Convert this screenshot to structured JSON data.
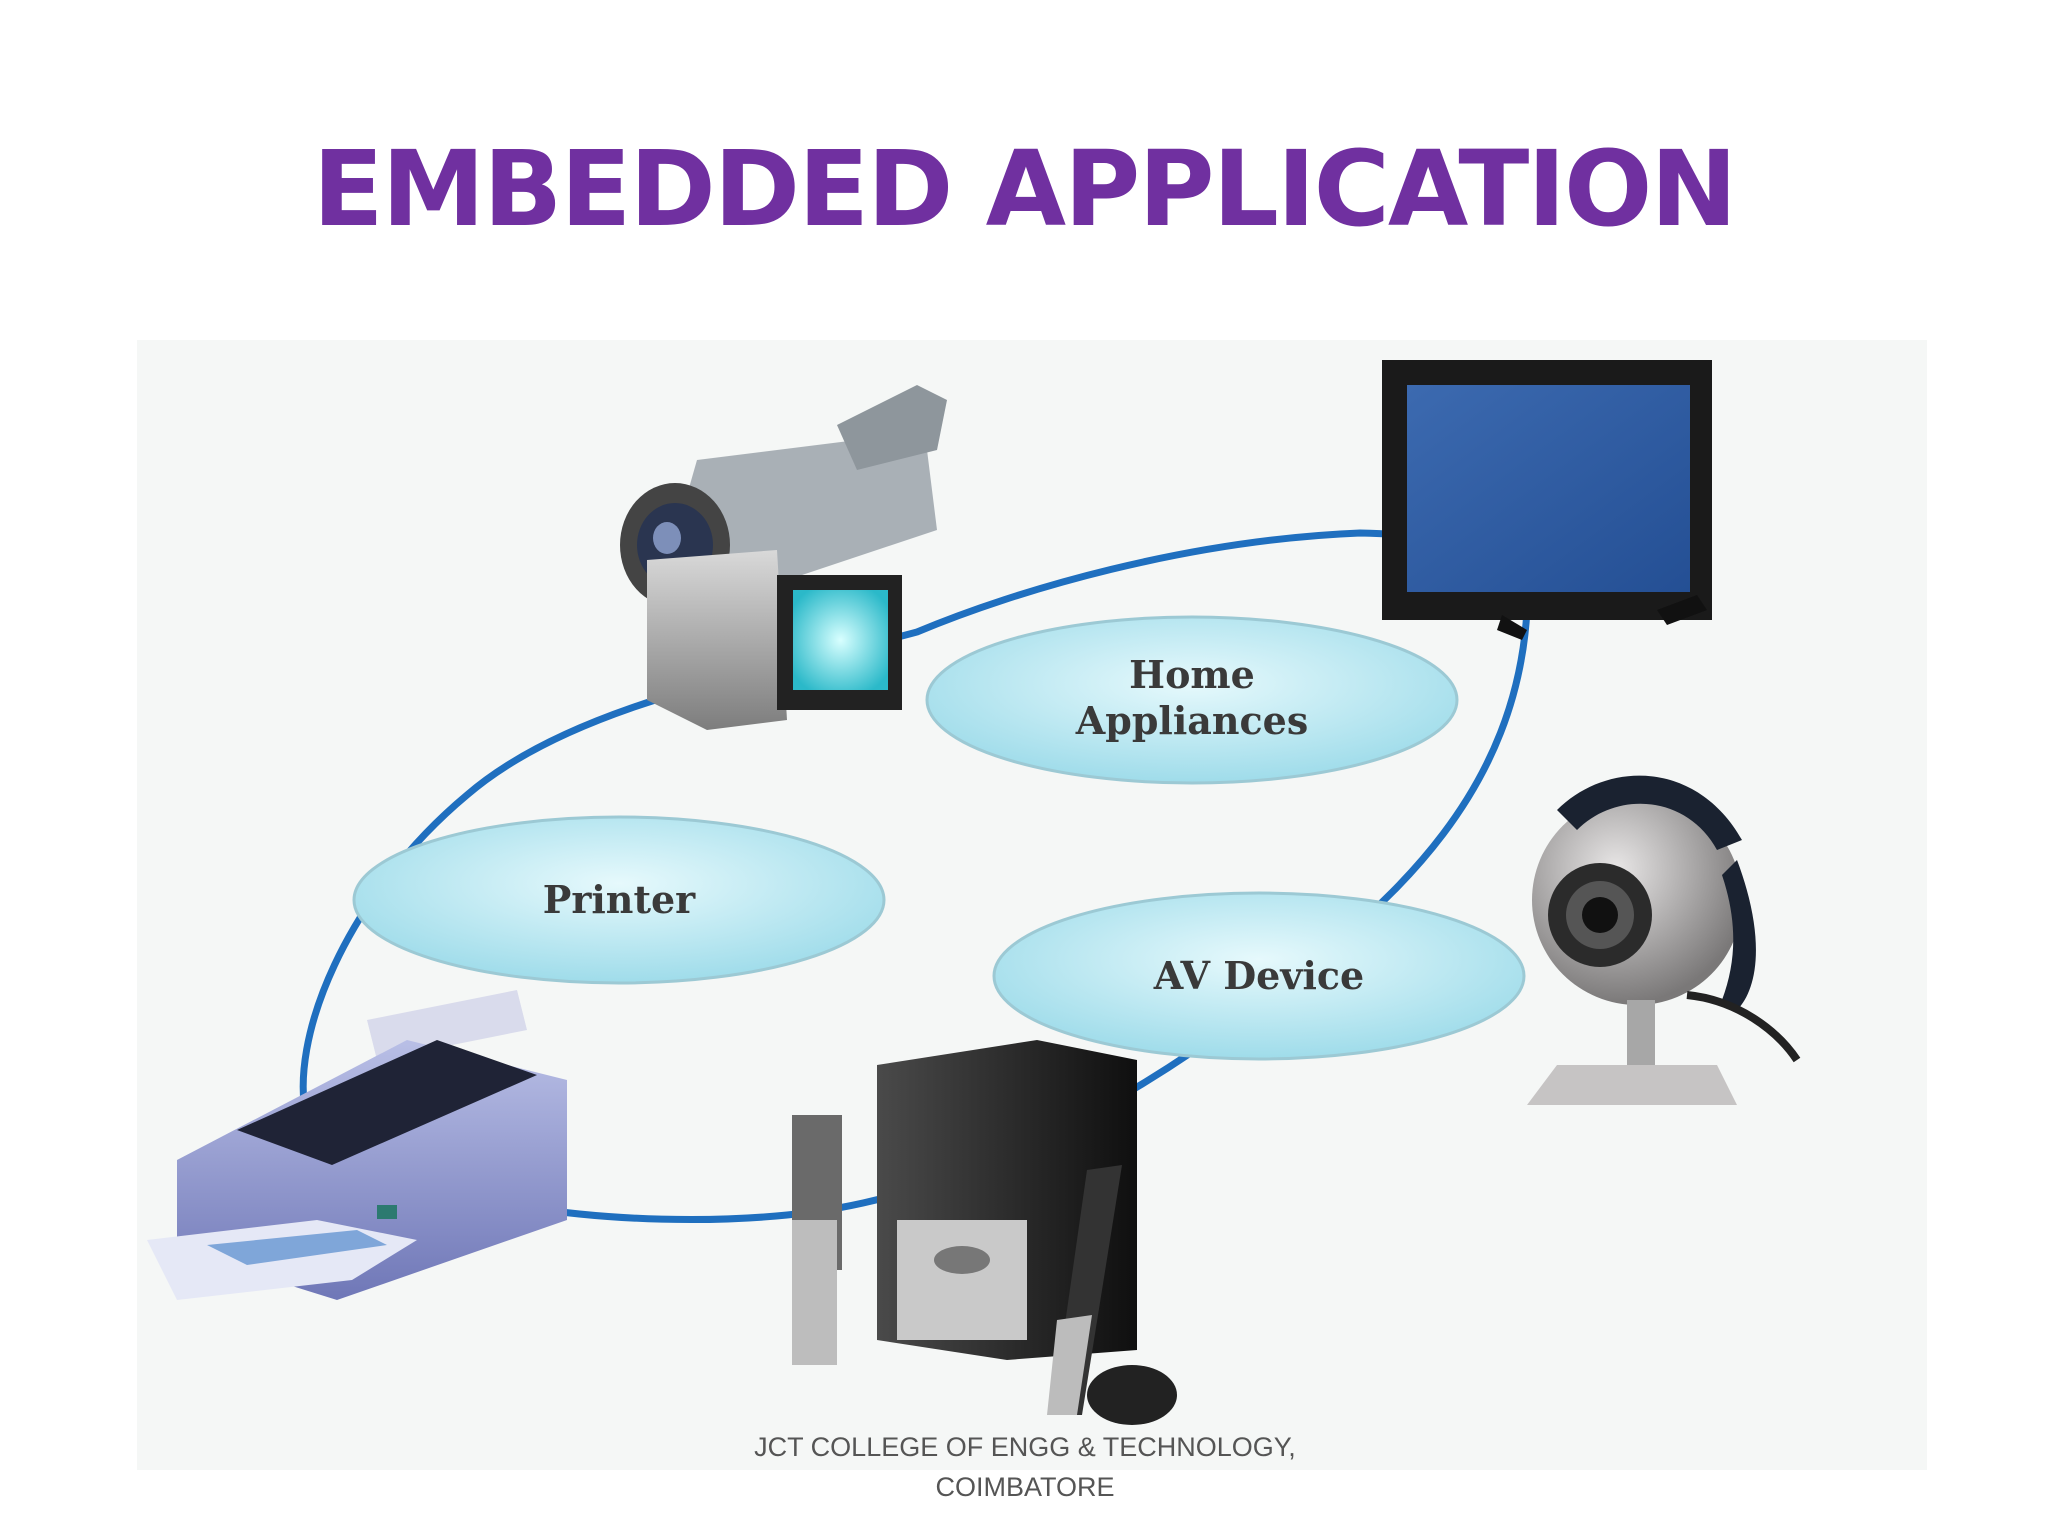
{
  "slide": {
    "title": "EMBEDDED APPLICATION"
  },
  "diagram": {
    "labels": {
      "home_appliances_line1": "Home",
      "home_appliances_line2": "Appliances",
      "printer": "Printer",
      "av_device": "AV Device"
    },
    "devices": [
      "camcorder-icon",
      "television-icon",
      "webcam-icon",
      "speaker-system-icon",
      "printer-icon"
    ],
    "colors": {
      "ring": "#1f6fbf",
      "ellipse_fill": "#c8eef5",
      "title": "#7030a0"
    }
  },
  "footer": {
    "line1": "JCT COLLEGE OF ENGG & TECHNOLOGY,",
    "line2": "COIMBATORE"
  }
}
